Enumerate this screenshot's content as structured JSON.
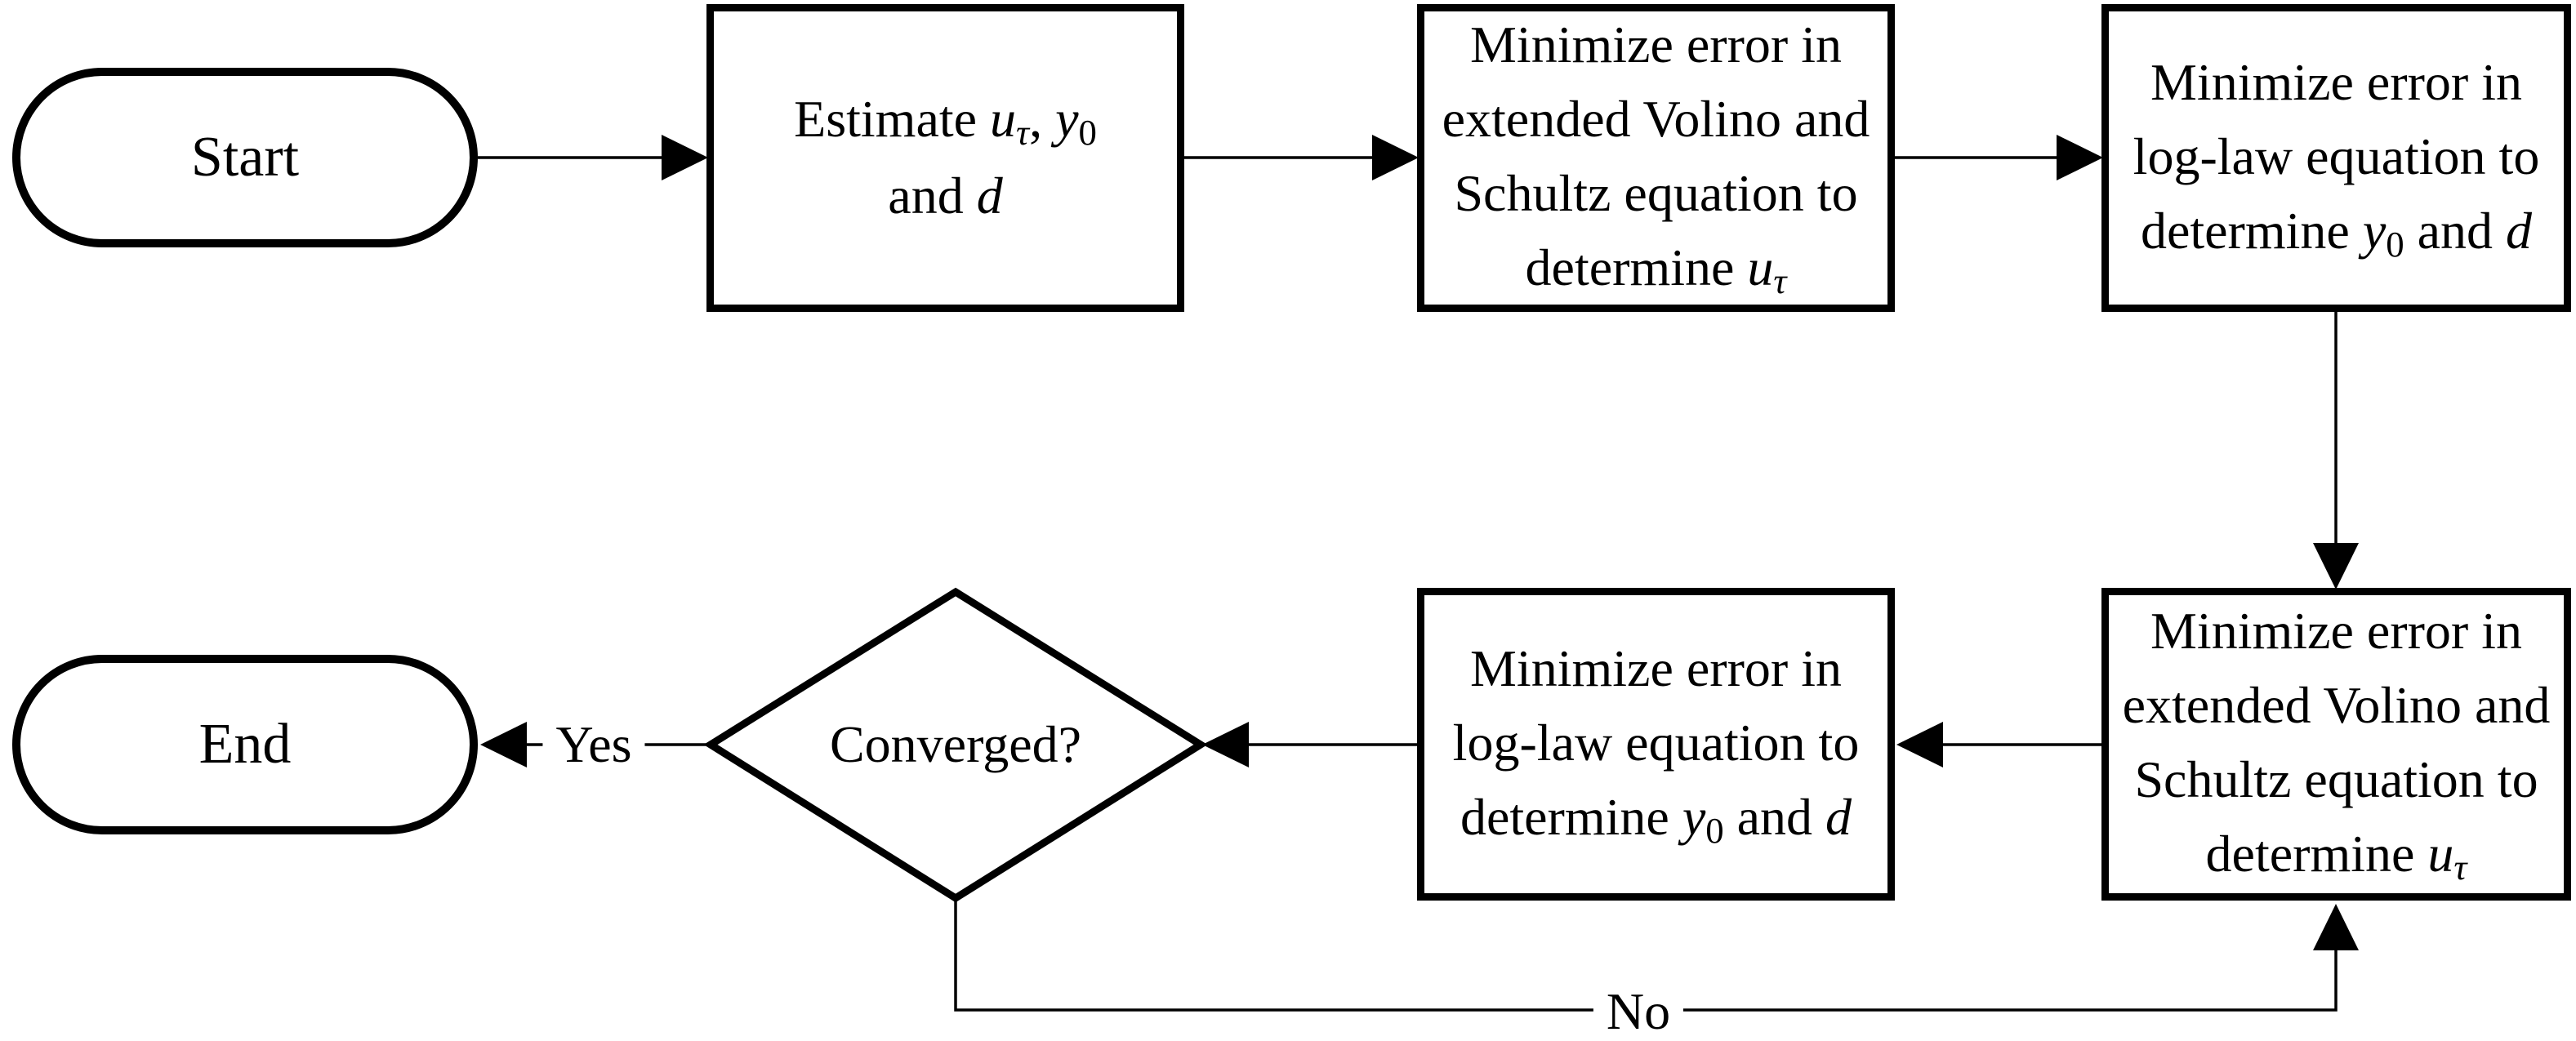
{
  "colors": {
    "stroke": "#000000",
    "background": "#ffffff"
  },
  "nodes": {
    "start": {
      "shape": "stadium",
      "label": "Start"
    },
    "estimate": {
      "shape": "process",
      "l1r1": "Estimate ",
      "l1r2": "u",
      "l1r3": "τ",
      "l1r4": ", ",
      "l1r5": "y",
      "l1r6": "0",
      "l2r1": "and ",
      "l2r2": "d"
    },
    "volino_top": {
      "shape": "process",
      "l1": "Minimize error in",
      "l2": "extended Volino and",
      "l3": "Schultz equation to",
      "l4r1": "determine ",
      "l4r2": "u",
      "l4r3": "τ"
    },
    "loglaw_top": {
      "shape": "process",
      "l1": "Minimize error in",
      "l2": "log-law equation to",
      "l3r1": "determine ",
      "l3r2": "y",
      "l3r3": "0",
      "l3r4": " and ",
      "l3r5": "d"
    },
    "volino_bottom": {
      "shape": "process",
      "l1": "Minimize error in",
      "l2": "extended Volino and",
      "l3": "Schultz equation to",
      "l4r1": "determine ",
      "l4r2": "u",
      "l4r3": "τ"
    },
    "loglaw_bottom": {
      "shape": "process",
      "l1": "Minimize error in",
      "l2": "log-law equation to",
      "l3r1": "determine ",
      "l3r2": "y",
      "l3r3": "0",
      "l3r4": " and ",
      "l3r5": "d"
    },
    "converged": {
      "shape": "decision",
      "label": "Converged?"
    },
    "end": {
      "shape": "stadium",
      "label": "End"
    }
  },
  "edge_labels": {
    "yes": "Yes",
    "no": "No"
  }
}
